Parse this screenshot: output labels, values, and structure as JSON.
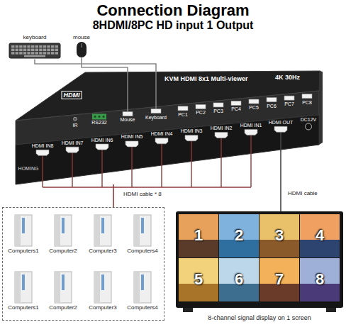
{
  "diagram": {
    "title": "Connection Diagram",
    "nodes": [
      {
        "text": [
          "keyboard"
        ]
      },
      {
        "text": [
          "mouse"
        ]
      },
      {
        "text": [
          "KVM HDMI 8x1 Multi-viewer",
          "4K 30Hz"
        ]
      },
      {
        "text": []
      },
      {
        "text": [
          "Computers1"
        ],
        "in": 3
      },
      {
        "text": [
          "Computer2"
        ],
        "in": 3
      },
      {
        "text": [
          "Computer3"
        ],
        "in": 3
      },
      {
        "text": [
          "Computers4"
        ],
        "in": 3
      },
      {
        "text": [
          "Computers1"
        ],
        "in": 3
      },
      {
        "text": [
          "Computer2"
        ],
        "in": 3
      },
      {
        "text": [
          "Computer3"
        ],
        "in": 3
      },
      {
        "text": [
          "Computers4"
        ],
        "in": 3
      },
      {
        "text": [
          "1",
          "2",
          "3",
          "4",
          "5",
          "6",
          "7",
          "8"
        ]
      }
    ],
    "edges": [
      {
        "from": 0,
        "to": 2,
        "arrow": "none"
      },
      {
        "from": 1,
        "to": 2,
        "arrow": "none"
      },
      {
        "from": 3,
        "to": 2,
        "label": "HDMI cable * 8",
        "arrow": "none"
      },
      {
        "from": 2,
        "to": 12,
        "label": "HDMI cable",
        "arrow": "none"
      }
    ],
    "labels": [
      "8HDMI/8PC HD input 1 Output",
      "HDMI",
      "IR",
      "RS232",
      "Mouse",
      "Keyboard",
      "PC1",
      "PC2",
      "PC3",
      "PC4",
      "PC5",
      "PC6",
      "PC7",
      "PC8",
      "HDMI IN8",
      "HDMI IN7",
      "HDMI IN6",
      "HDMI IN5",
      "HDMI IN4",
      "HDMI IN3",
      "HDMI IN2",
      "HDMI IN1",
      "HDMI OUT",
      "DC12V",
      "HOMING",
      "8-channel signal display on 1 screen"
    ]
  }
}
